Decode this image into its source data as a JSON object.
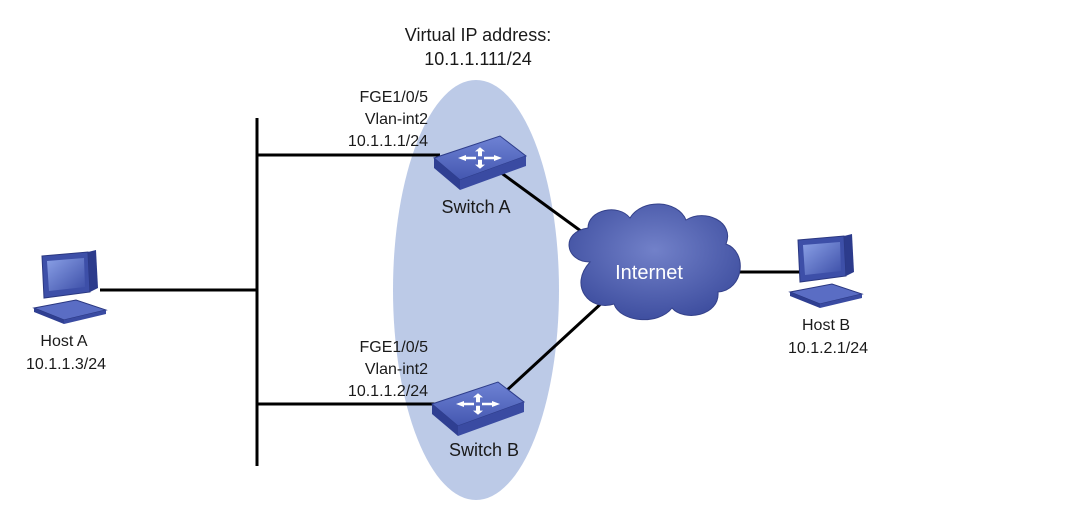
{
  "vrrp": {
    "virtual_ip_label": "Virtual IP address:",
    "virtual_ip": "10.1.1.111/24",
    "group_color": "#b8c7e6"
  },
  "switch_a": {
    "name": "Switch A",
    "port": "FGE1/0/5",
    "vlan": "Vlan-int2",
    "ip": "10.1.1.1/24"
  },
  "switch_b": {
    "name": "Switch B",
    "port": "FGE1/0/5",
    "vlan": "Vlan-int2",
    "ip": "10.1.1.2/24"
  },
  "host_a": {
    "name": "Host A",
    "ip": "10.1.1.3/24"
  },
  "host_b": {
    "name": "Host B",
    "ip": "10.1.2.1/24"
  },
  "internet": {
    "label": "Internet",
    "color": "#4656a8"
  },
  "icons": {
    "switch": "switch-icon",
    "host": "computer-icon",
    "cloud": "cloud-icon"
  },
  "colors": {
    "device_blue": "#3f51a8",
    "device_light": "#6b7fcf",
    "link": "#000000"
  }
}
